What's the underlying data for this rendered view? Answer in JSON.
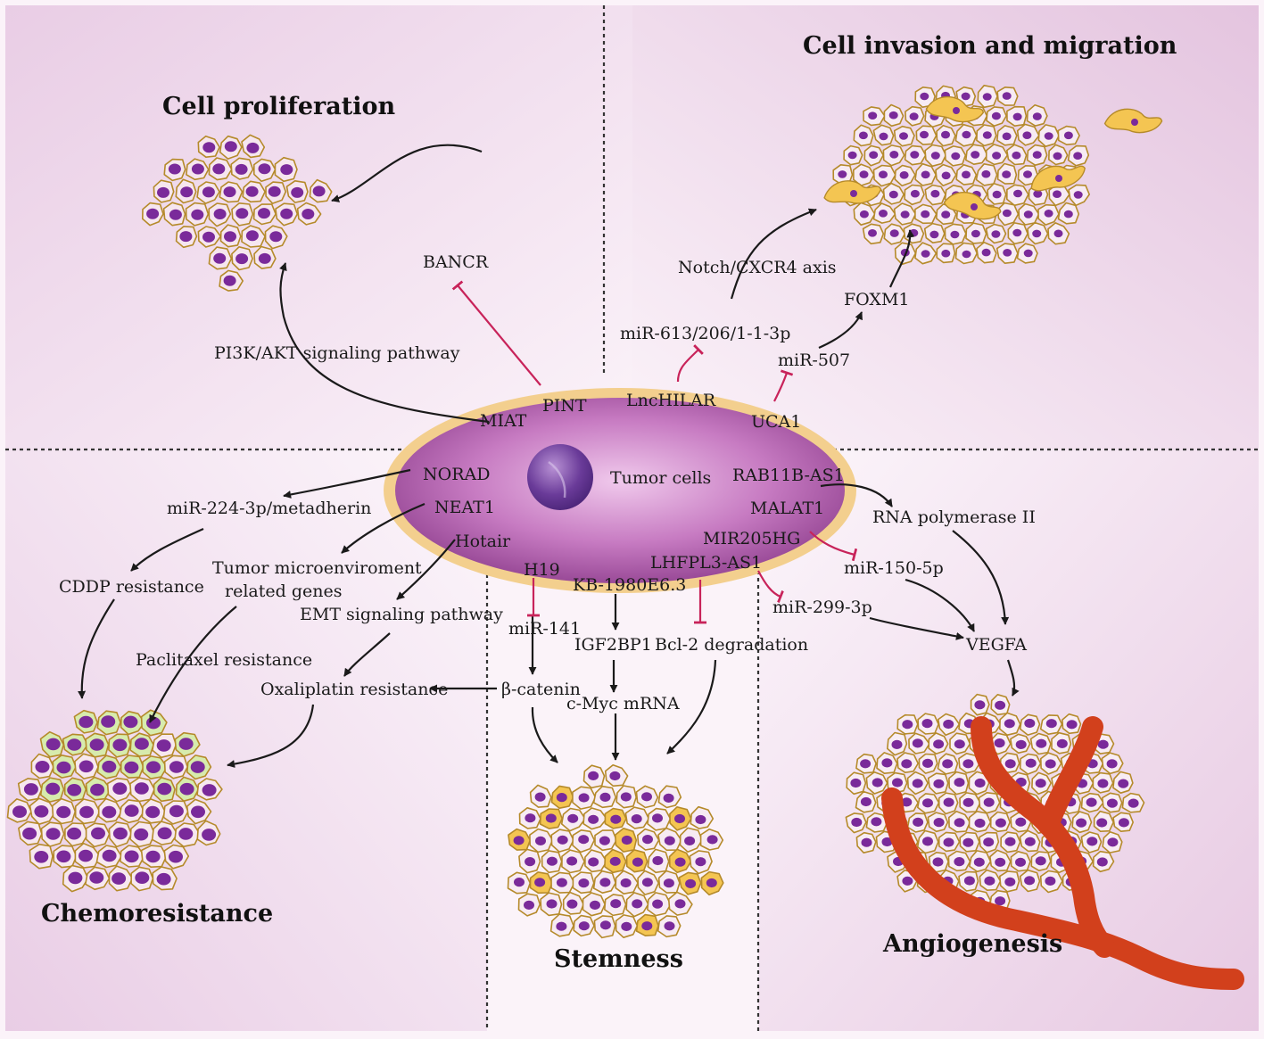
{
  "titles": {
    "proliferation": "Cell proliferation",
    "invasion": "Cell invasion and migration",
    "chemoresistance": "Chemoresistance",
    "stemness": "Stemness",
    "angiogenesis": "Angiogenesis"
  },
  "center": {
    "label": "Tumor cells"
  },
  "lncrnas": {
    "miat": "MIAT",
    "pint": "PINT",
    "lnchilar": "LncHILAR",
    "uca1": "UCA1",
    "norad": "NORAD",
    "neat1": "NEAT1",
    "hotair": "Hotair",
    "h19": "H19",
    "kb1980e63": "KB-1980E6.3",
    "lhfpl3as1": "LHFPL3-AS1",
    "mir205hg": "MIR205HG",
    "malat1": "MALAT1",
    "rab11bas1": "RAB11B-AS1"
  },
  "mediators": {
    "bancr": "BANCR",
    "pi3k": "PI3K/AKT signaling pathway",
    "notch": "Notch/CXCR4 axis",
    "mir613": "miR-613/206/1-1-3p",
    "foxm1": "FOXM1",
    "mir507": "miR-507",
    "mir224": "miR-224-3p/metadherin",
    "cddp": "CDDP resistance",
    "tme1": "Tumor microenviroment",
    "tme2": "related genes",
    "emt": "EMT signaling pathway",
    "paclitaxel": "Paclitaxel resistance",
    "oxaliplatin": "Oxaliplatin resistance",
    "mir141": "miR-141",
    "bcatenin": "β-catenin",
    "igf2bp1": "IGF2BP1",
    "cmyc": "c-Myc mRNA",
    "bcl2": "Bcl-2 degradation",
    "rnapol": "RNA polymerase II",
    "mir150": "miR-150-5p",
    "mir299": "miR-299-3p",
    "vegfa": "VEGFA"
  },
  "colors": {
    "activation_arrow": "#1a1a1a",
    "inhibition": "#c8235a",
    "cell_outline": "#b58a2a",
    "nucleus": "#7a2a9a",
    "ellipse": "#a1519f",
    "ellipse_rim": "#f3cf8e",
    "migrating_cell": "#f4c552",
    "resistant_cell": "#d7ebad",
    "vessel": "#d2401c"
  }
}
